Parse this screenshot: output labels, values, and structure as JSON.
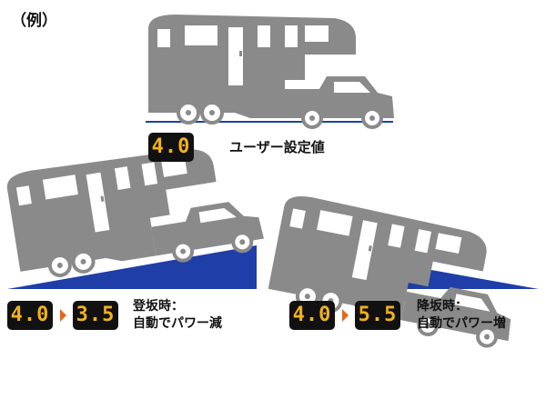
{
  "heading": "（例）",
  "top": {
    "display": "4.0",
    "label": "ユーザー設定値"
  },
  "uphill": {
    "display_from": "4.0",
    "display_to": "3.5",
    "label_line1": "登坂時：",
    "label_line2": "自動でパワー減"
  },
  "downhill": {
    "display_from": "4.0",
    "display_to": "5.5",
    "label_line1": "降坂時：",
    "label_line2": "自動でパワー増"
  },
  "colors": {
    "vehicle": "#8a8a8a",
    "slope": "#1f3ea8",
    "display_bg": "#111111",
    "display_text": "#f2b21b",
    "arrow": "#e8661c"
  }
}
